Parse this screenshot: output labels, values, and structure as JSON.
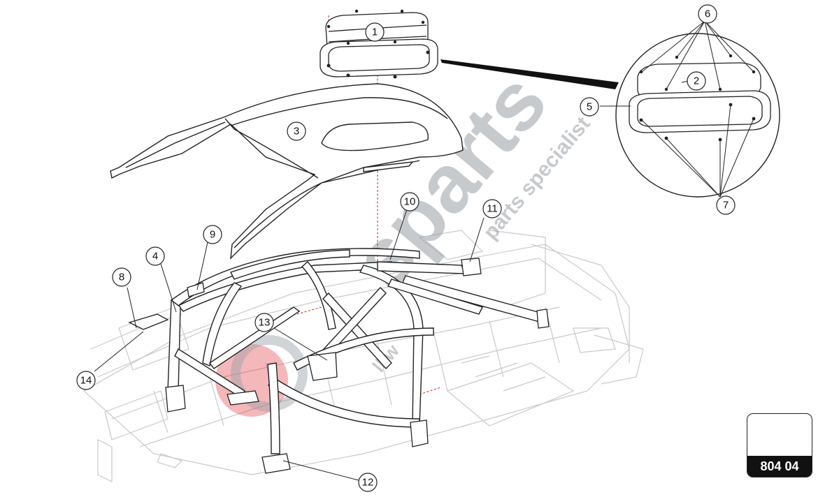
{
  "diagram": {
    "reference_code": "804 04",
    "callouts": [
      "1",
      "2",
      "3",
      "4",
      "5",
      "6",
      "7",
      "8",
      "9",
      "10",
      "11",
      "12",
      "13",
      "14"
    ],
    "watermark": {
      "brand": "sparts",
      "tagline": "parts specialist",
      "tagline2": "lkw"
    },
    "colors": {
      "line": "#222222",
      "frame": "#c9c9c9",
      "guide": "#d22020",
      "watermark": "#9aa0a6",
      "watermark_red": "#e0303a"
    }
  }
}
